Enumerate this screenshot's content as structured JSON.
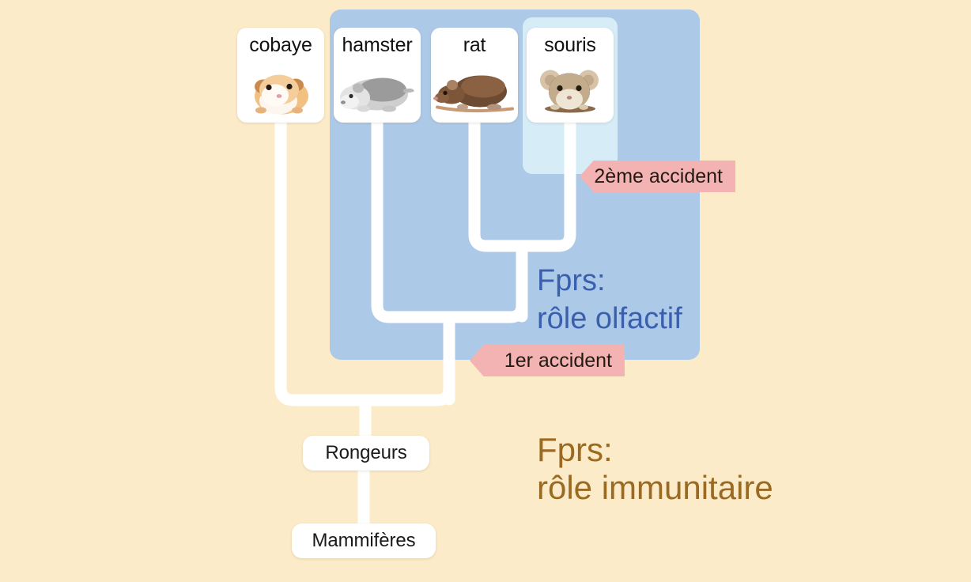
{
  "diagram": {
    "type": "phylogenetic-cladogram",
    "background_color": "#fcebc8",
    "clade_panel_color": "#adc9e8",
    "subclade_panel_color": "#d6ecf7",
    "branch_color": "#ffffff",
    "arrow_color": "#f4b3b3"
  },
  "taxa": [
    {
      "id": "cobaye",
      "label": "cobaye",
      "animal": "guinea-pig"
    },
    {
      "id": "hamster",
      "label": "hamster",
      "animal": "hamster"
    },
    {
      "id": "rat",
      "label": "rat",
      "animal": "rat"
    },
    {
      "id": "souris",
      "label": "souris",
      "animal": "mouse"
    }
  ],
  "nodes": [
    {
      "id": "rongeurs",
      "label": "Rongeurs"
    },
    {
      "id": "mammiferes",
      "label": "Mammifères"
    }
  ],
  "annotations": [
    {
      "id": "accident-2",
      "label": "2ème accident",
      "color": "#f4b3b3"
    },
    {
      "id": "accident-1",
      "label": "1er accident",
      "color": "#f4b3b3"
    }
  ],
  "captions": {
    "olfactif": {
      "line1": "Fprs:",
      "line2": "rôle olfactif",
      "color": "#3a5fad"
    },
    "immunitaire": {
      "line1": "Fprs:",
      "line2": "rôle immunitaire",
      "color": "#9a6a22"
    }
  }
}
